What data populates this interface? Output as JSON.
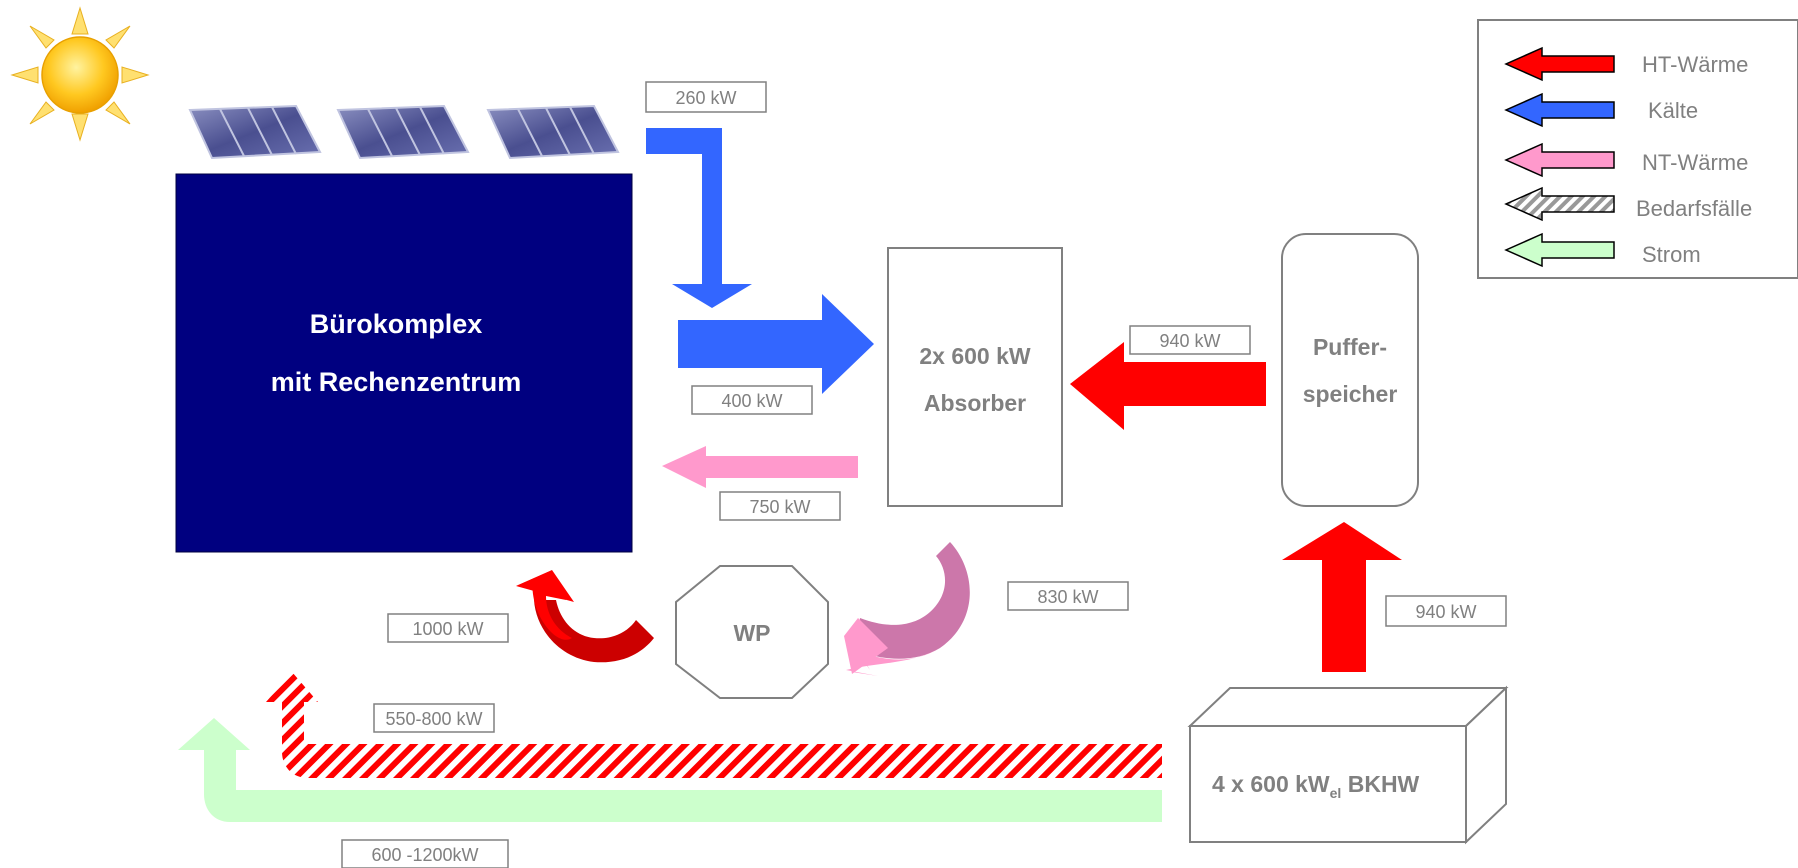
{
  "office": {
    "line1": "Bürokomplex",
    "line2": "mit Rechenzentrum"
  },
  "absorber": {
    "line1": "2x 600 kW",
    "line2": "Absorber"
  },
  "buffer": {
    "line1": "Puffer-",
    "line2": "speicher"
  },
  "heat_pump": {
    "label": "WP"
  },
  "chp": {
    "prefix": "4 x 600 kW",
    "subscript": "el",
    "suffix": " BKHW"
  },
  "flows": {
    "solar_cooling": "260 kW",
    "cooling_to_office": "400 kW",
    "buffer_to_absorber": "940 kW",
    "absorber_to_office": "750 kW",
    "absorber_to_wp": "830 kW",
    "wp_to_office": "1000 kW",
    "chp_to_buffer": "940 kW",
    "chp_heat_demand": "550-800 kW",
    "chp_power": "600 -1200kW"
  },
  "legend": {
    "items": [
      {
        "label": "HT-Wärme",
        "color": "#ff0000",
        "kind": "solid"
      },
      {
        "label": "Kälte",
        "color": "#3366ff",
        "kind": "solid"
      },
      {
        "label": "NT-Wärme",
        "color": "#ff99cc",
        "kind": "solid"
      },
      {
        "label": "Bedarfsfälle",
        "color": "#999999",
        "kind": "hatched"
      },
      {
        "label": "Strom",
        "color": "#ccffcc",
        "kind": "solid"
      }
    ]
  },
  "colors": {
    "office_fill": "#000080",
    "ht_heat": "#ff0000",
    "ht_heat_dark": "#cc0000",
    "cooling": "#3366ff",
    "nt_heat": "#ff99cc",
    "nt_heat_dark": "#cc77aa",
    "power": "#ccffcc",
    "box_stroke": "#808080",
    "label_text": "#808080"
  }
}
